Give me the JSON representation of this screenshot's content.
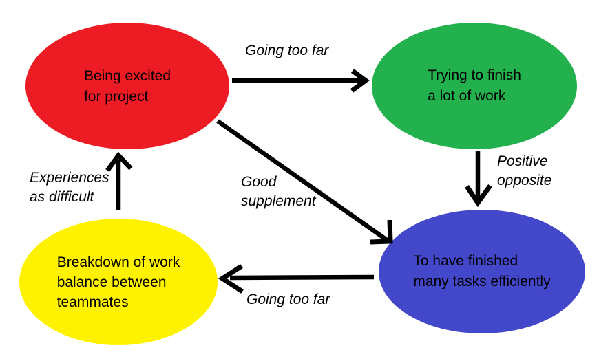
{
  "diagram": {
    "background": "#ffffff",
    "arrow_color": "#000000",
    "text_color": "#000000",
    "nodes": [
      {
        "id": "being-excited",
        "label": "Being excited\nfor project",
        "color": "#ED1C24"
      },
      {
        "id": "trying-finish",
        "label": "Trying to finish\na lot of work",
        "color": "#22B14C"
      },
      {
        "id": "finished-tasks",
        "label": "To have finished\nmany tasks efficiently",
        "color": "#4347C9"
      },
      {
        "id": "breakdown",
        "label": "Breakdown of work\nbalance between\nteammates",
        "color": "#FFF200"
      }
    ],
    "edges": [
      {
        "from": "being-excited",
        "to": "trying-finish",
        "label": "Going too far"
      },
      {
        "from": "trying-finish",
        "to": "finished-tasks",
        "label": "Positive\nopposite"
      },
      {
        "from": "being-excited",
        "to": "finished-tasks",
        "label": "Good\nsupplement"
      },
      {
        "from": "finished-tasks",
        "to": "breakdown",
        "label": "Going too far"
      },
      {
        "from": "breakdown",
        "to": "being-excited",
        "label": "Experiences\nas difficult"
      }
    ]
  }
}
